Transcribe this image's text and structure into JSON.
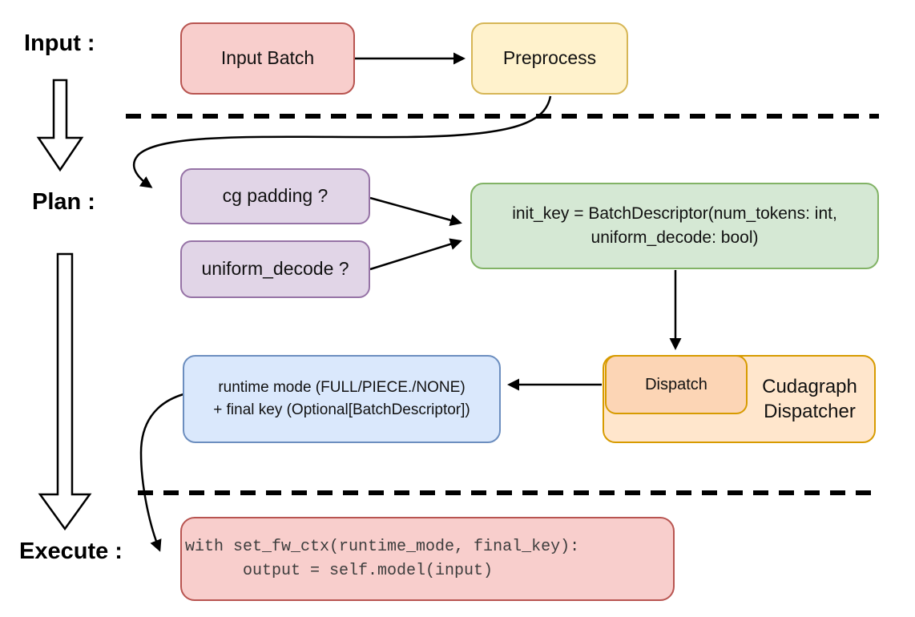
{
  "stage_labels": {
    "input": "Input :",
    "plan": "Plan :",
    "execute": "Execute :"
  },
  "nodes": {
    "input_batch": {
      "label": "Input Batch"
    },
    "preprocess": {
      "label": "Preprocess"
    },
    "cg_padding": {
      "label": "cg padding ?"
    },
    "uniform_decode": {
      "label": "uniform_decode ?"
    },
    "init_key": {
      "line1": "init_key = BatchDescriptor(num_tokens: int,",
      "line2": "uniform_decode: bool)"
    },
    "runtime_mode": {
      "line1": "runtime mode (FULL/PIECE./NONE)",
      "line2": "+ final key (Optional[BatchDescriptor])"
    },
    "dispatch": {
      "label": "Dispatch"
    },
    "cudagraph_dispatcher": {
      "line1": "Cudagraph",
      "line2": "Dispatcher"
    },
    "execute_code": {
      "line1": "with set_fw_ctx(runtime_mode, final_key):",
      "line2": "      output = self.model(input)"
    }
  },
  "colors": {
    "pink_fill": "#f8cecc",
    "pink_stroke": "#b85450",
    "yellow_fill": "#fff2cc",
    "yellow_stroke": "#d6b656",
    "purple_fill": "#e1d5e7",
    "purple_stroke": "#9673a6",
    "green_fill": "#d5e8d4",
    "green_stroke": "#82b366",
    "blue_fill": "#dae8fc",
    "blue_stroke": "#6c8ebf",
    "orange_outer_fill": "#ffe6cc",
    "orange_inner_fill": "#fcd5b5",
    "orange_stroke": "#d79b00",
    "arrow_color": "#000000"
  }
}
